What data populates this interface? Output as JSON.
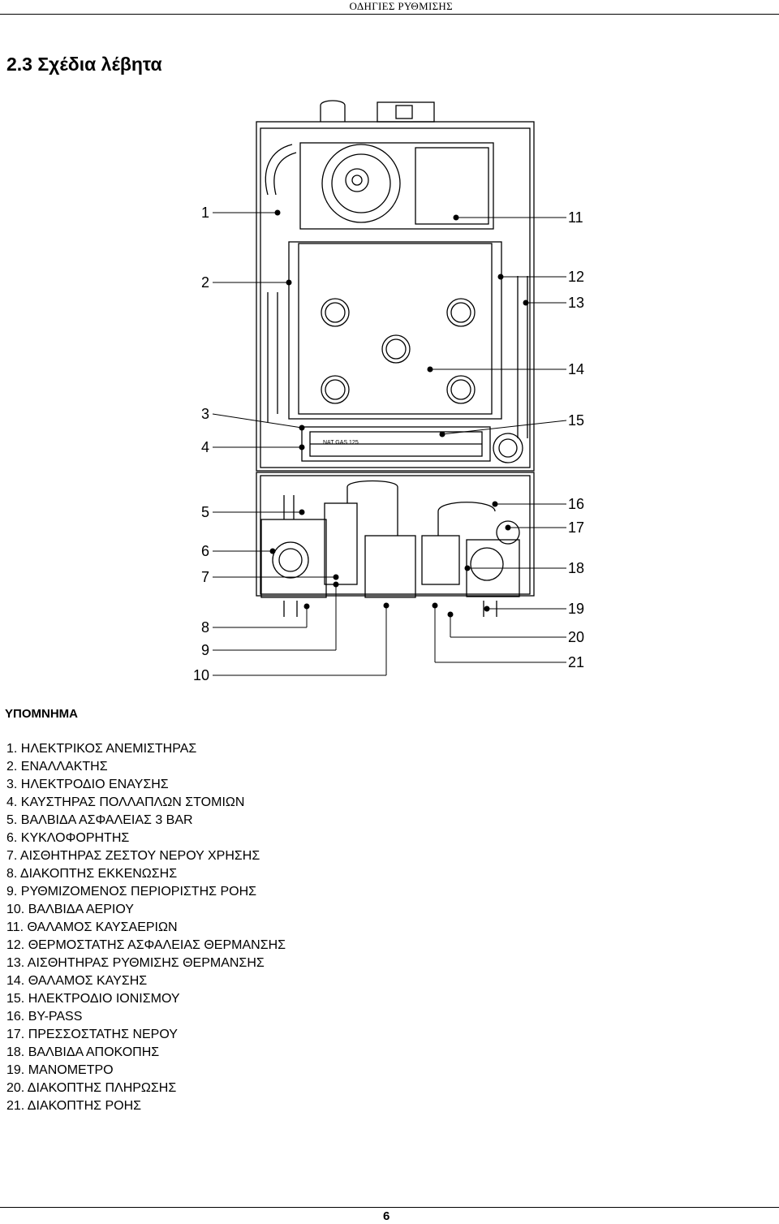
{
  "header": {
    "running_title": "ΟΔΗΓΙΕΣ ΡΥΘΜΙΣΗΣ"
  },
  "section": {
    "title": "2.3 Σχέδια λέβητα"
  },
  "diagram": {
    "left_labels": [
      "1",
      "2",
      "3",
      "4",
      "5",
      "6",
      "7",
      "8",
      "9",
      "10"
    ],
    "right_labels": [
      "11",
      "12",
      "13",
      "14",
      "15",
      "16",
      "17",
      "18",
      "19",
      "20",
      "21"
    ],
    "gas_plate": "NAT GAS 125"
  },
  "legend": {
    "title": "ΥΠΟΜΝΗΜΑ",
    "items": [
      "1. ΗΛΕΚΤΡΙΚΟΣ ΑΝΕΜΙΣΤΗΡΑΣ",
      "2. ΕΝΑΛΛΑΚΤΗΣ",
      "3. ΗΛΕΚΤΡΟΔΙΟ ΕΝΑΥΣΗΣ",
      "4. ΚΑΥΣΤΗΡΑΣ ΠΟΛΛΑΠΛΩΝ ΣΤΟΜΙΩΝ",
      "5. ΒΑΛΒΙΔΑ ΑΣΦΑΛΕΙΑΣ 3 BAR",
      "6. ΚΥΚΛΟΦΟΡΗΤΗΣ",
      "7. ΑΙΣΘΗΤΗΡΑΣ ΖΕΣΤΟΥ ΝΕΡΟΥ ΧΡΗΣΗΣ",
      "8. ΔΙΑΚΟΠΤΗΣ ΕΚΚΕΝΩΣΗΣ",
      "9. ΡΥΘΜΙΖΟΜΕΝΟΣ ΠΕΡΙΟΡΙΣΤΗΣ ΡΟΗΣ",
      "10. ΒΑΛΒΙΔΑ ΑΕΡΙΟΥ",
      "11. ΘΑΛΑΜΟΣ ΚΑΥΣΑΕΡΙΩΝ",
      "12. ΘΕΡΜΟΣΤΑΤΗΣ ΑΣΦΑΛΕΙΑΣ ΘΕΡΜΑΝΣΗΣ",
      "13. ΑΙΣΘΗΤΗΡΑΣ ΡΥΘΜΙΣΗΣ ΘΕΡΜΑΝΣΗΣ",
      "14. ΘΑΛΑΜΟΣ ΚΑΥΣΗΣ",
      "15. ΗΛΕΚΤΡΟΔΙΟ ΙΟΝΙΣΜΟΥ",
      "16. BY-PASS",
      "17. ΠΡΕΣΣΟΣΤΑΤΗΣ ΝΕΡΟΥ",
      "18. ΒΑΛΒΙΔΑ ΑΠΟΚΟΠΗΣ",
      "19. ΜΑΝΟΜΕΤΡΟ",
      "20. ΔΙΑΚΟΠΤΗΣ ΠΛΗΡΩΣΗΣ",
      "21. ΔΙΑΚΟΠΤΗΣ ΡΟΗΣ"
    ]
  },
  "footer": {
    "page_number": "6"
  }
}
